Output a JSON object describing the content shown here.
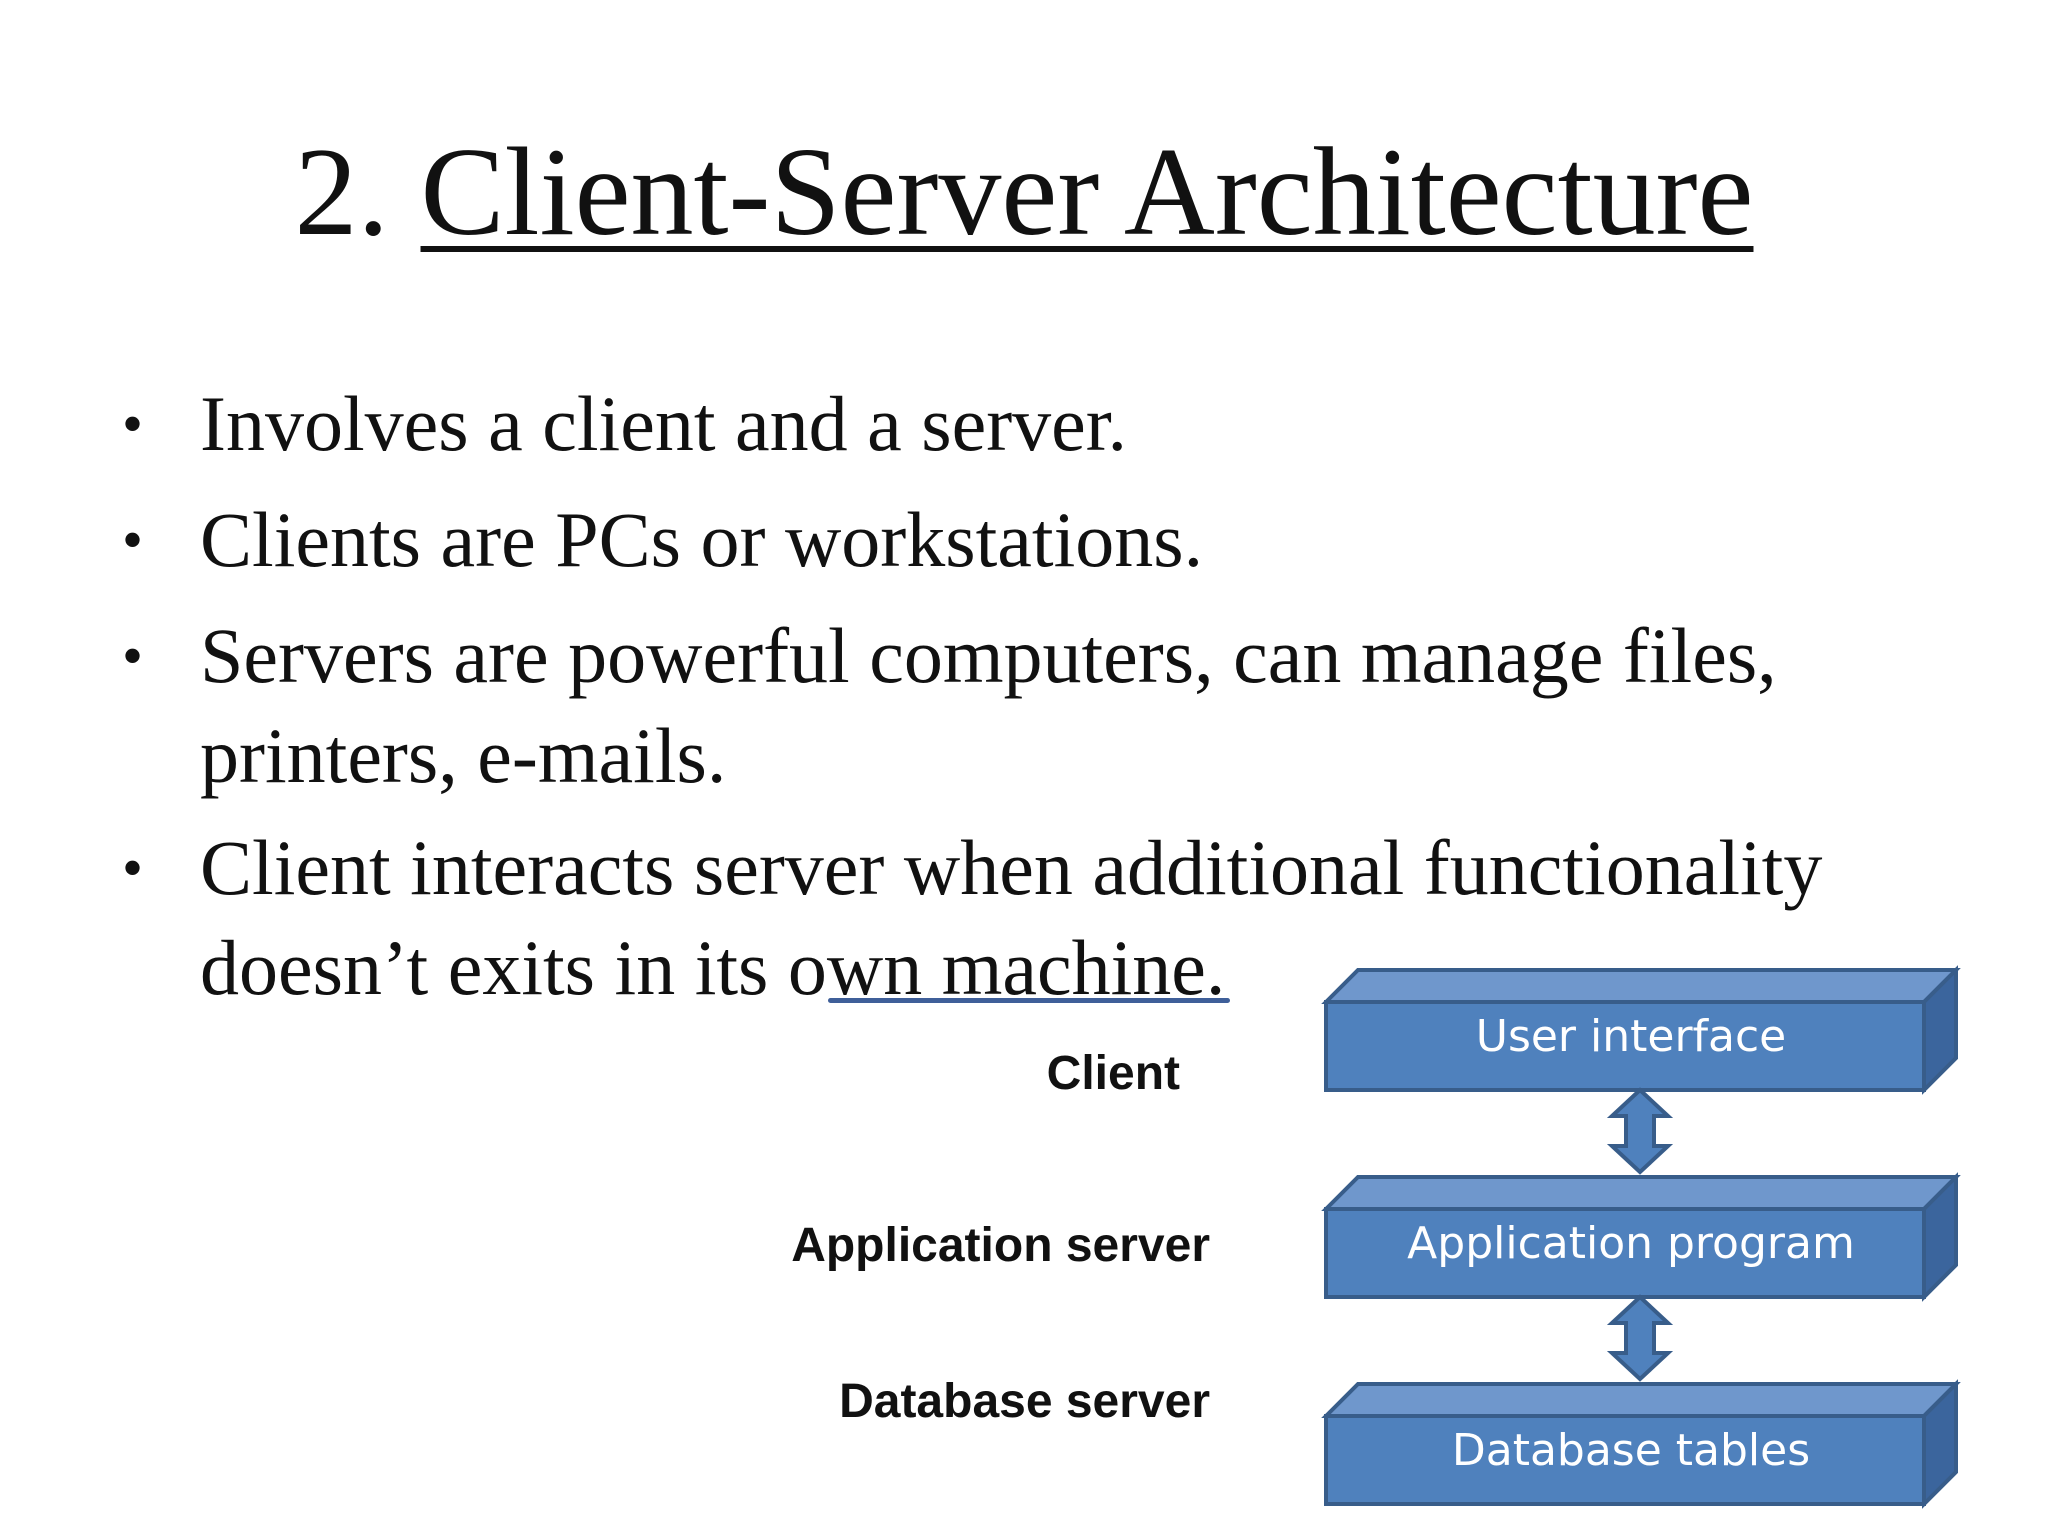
{
  "slide": {
    "title_number": "2.",
    "title_text": "Client-Server Architecture",
    "bullets": [
      "Involves a client and a server.",
      "Clients are PCs or workstations.",
      "Servers are powerful computers, can manage files,",
      "printers, e-mails.",
      "Client interacts server when additional functionality",
      "doesn’t exits in its own machine."
    ]
  },
  "diagram": {
    "tier_labels": {
      "client": "Client",
      "application": "Application server",
      "database": "Database server"
    },
    "layers": {
      "user_interface": "User interface",
      "application_program": "Application program",
      "database_tables": "Database tables"
    },
    "colors": {
      "box_front": "#4f81bd",
      "box_top": "#6f97cc",
      "box_side": "#3b659d",
      "box_edge": "#385d8a",
      "arrow": "#4f81bd",
      "annotation_pen": "#3f5f99"
    }
  }
}
